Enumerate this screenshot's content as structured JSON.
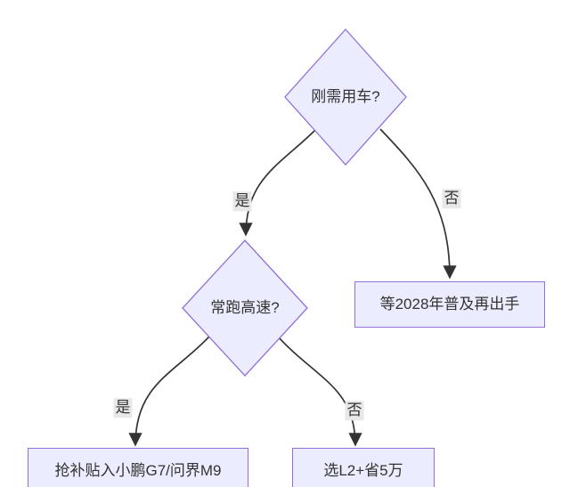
{
  "diagram": {
    "type": "flowchart-decision-tree",
    "direction": "top-down",
    "nodes": [
      {
        "id": "q1",
        "shape": "diamond",
        "label": "刚需用车?"
      },
      {
        "id": "q2",
        "shape": "diamond",
        "label": "常跑高速?"
      },
      {
        "id": "r1",
        "shape": "rect",
        "label": "等2028年普及再出手"
      },
      {
        "id": "r2",
        "shape": "rect",
        "label": "抢补贴入小鹏G7/问界M9"
      },
      {
        "id": "r3",
        "shape": "rect",
        "label": "选L2+省5万"
      }
    ],
    "edges": [
      {
        "from": "刚需用车?",
        "to": "常跑高速?",
        "label": "是"
      },
      {
        "from": "刚需用车?",
        "to": "等2028年普及再出手",
        "label": "否"
      },
      {
        "from": "常跑高速?",
        "to": "抢补贴入小鹏G7/问界M9",
        "label": "是"
      },
      {
        "from": "常跑高速?",
        "to": "选L2+省5万",
        "label": "否"
      }
    ],
    "colors": {
      "node_fill": "#ECECFF",
      "node_border": "#9370DB",
      "edge_line": "#333333",
      "edge_label_bg": "#e8e8e8",
      "text": "#333333",
      "background": "#ffffff"
    }
  }
}
